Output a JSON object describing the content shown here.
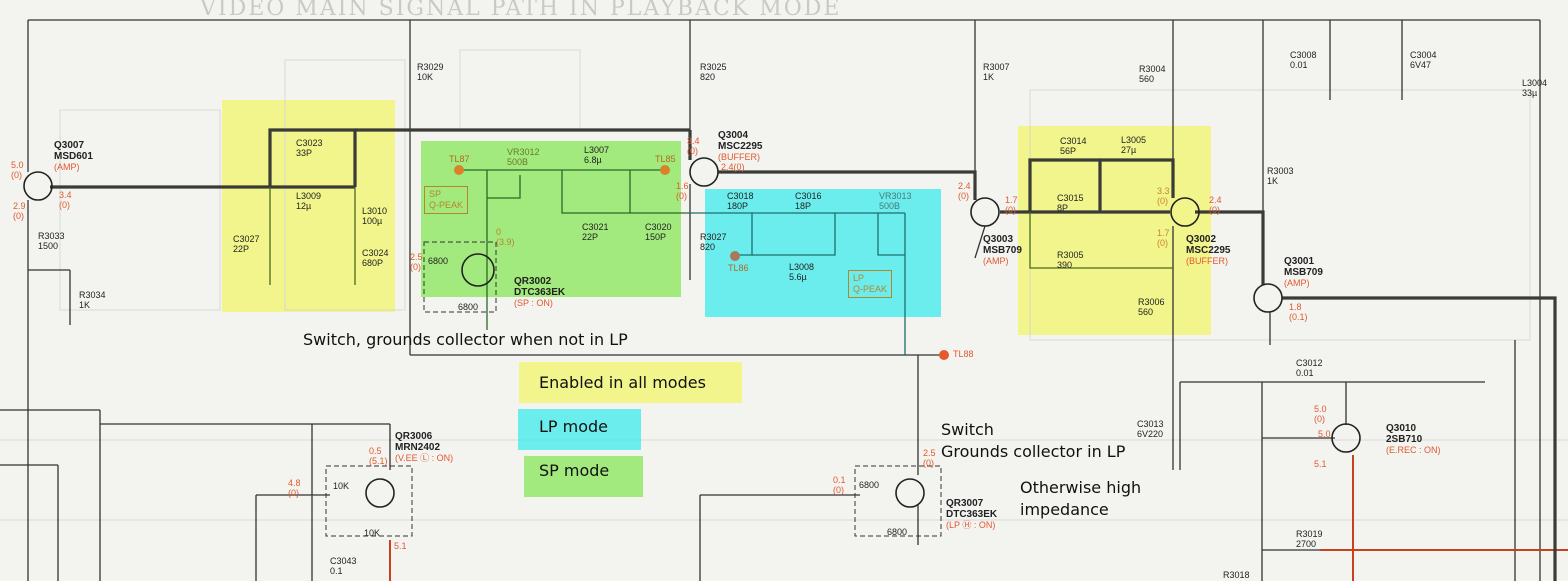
{
  "title": "VIDEO MAIN SIGNAL PATH IN PLAYBACK MODE",
  "colors": {
    "yellow": "#f0f564",
    "green": "#82e650",
    "cyan": "#3cebeb",
    "voltage": "#e05a30",
    "testpoint": "#d9822b"
  },
  "annotations": {
    "sp_switch": "Switch, grounds collector when not in LP",
    "lp_switch_1": "Switch",
    "lp_switch_2": "Grounds collector in LP",
    "lp_switch_3": "Otherwise high",
    "lp_switch_4": "impedance"
  },
  "legend": {
    "all": "Enabled in all modes",
    "lp": "LP mode",
    "sp": "SP mode"
  },
  "transistors": [
    {
      "ref": "Q3007",
      "part": "MSD601",
      "fn": "(AMP)"
    },
    {
      "ref": "Q3004",
      "part": "MSC2295",
      "fn": "(BUFFER)"
    },
    {
      "ref": "QR3002",
      "part": "DTC363EK",
      "fn": "(SP : ON)"
    },
    {
      "ref": "Q3003",
      "part": "MSB709",
      "fn": "(AMP)"
    },
    {
      "ref": "Q3002",
      "part": "MSC2295",
      "fn": "(BUFFER)"
    },
    {
      "ref": "Q3001",
      "part": "MSB709",
      "fn": "(AMP)"
    },
    {
      "ref": "QR3006",
      "part": "MRN2402",
      "fn": "(V.EE Ⓛ : ON)"
    },
    {
      "ref": "QR3007",
      "part": "DTC363EK",
      "fn": "(LP Ⓗ : ON)"
    },
    {
      "ref": "Q3010",
      "part": "2SB710",
      "fn": "(E.REC : ON)"
    }
  ],
  "components": [
    {
      "ref": "R3033",
      "value": "1500"
    },
    {
      "ref": "R3034",
      "value": "1K"
    },
    {
      "ref": "C3023",
      "value": "33P"
    },
    {
      "ref": "L3009",
      "value": "12µ"
    },
    {
      "ref": "L3010",
      "value": "100µ"
    },
    {
      "ref": "C3027",
      "value": "22P"
    },
    {
      "ref": "C3024",
      "value": "680P"
    },
    {
      "ref": "R3029",
      "value": "10K"
    },
    {
      "ref": "R3025",
      "value": "820"
    },
    {
      "ref": "VR3012",
      "value": "500B"
    },
    {
      "ref": "L3007",
      "value": "6.8µ"
    },
    {
      "ref": "C3021",
      "value": "22P"
    },
    {
      "ref": "C3020",
      "value": "150P"
    },
    {
      "ref": "R3027",
      "value": "820"
    },
    {
      "ref": "C3018",
      "value": "180P"
    },
    {
      "ref": "C3016",
      "value": "18P"
    },
    {
      "ref": "VR3013",
      "value": "500B"
    },
    {
      "ref": "L3008",
      "value": "5.6µ"
    },
    {
      "ref": "R3007",
      "value": "1K"
    },
    {
      "ref": "R3004",
      "value": "560"
    },
    {
      "ref": "C3008",
      "value": "0.01"
    },
    {
      "ref": "C3004",
      "value": "6V47"
    },
    {
      "ref": "L3004",
      "value": "33µ"
    },
    {
      "ref": "C3014",
      "value": "56P"
    },
    {
      "ref": "L3005",
      "value": "27µ"
    },
    {
      "ref": "C3015",
      "value": "8P"
    },
    {
      "ref": "R3005",
      "value": "390"
    },
    {
      "ref": "R3006",
      "value": "560"
    },
    {
      "ref": "R3003",
      "value": "1K"
    },
    {
      "ref": "C3012",
      "value": "0.01"
    },
    {
      "ref": "C3013",
      "value": "6V220"
    },
    {
      "ref": "R3019",
      "value": "2700"
    },
    {
      "ref": "R3018",
      "value": ""
    },
    {
      "ref": "C3043",
      "value": "0.1"
    }
  ],
  "resistor_values": {
    "qr3002_in": "6800",
    "qr3002_be": "6800",
    "qr3006_in": "10K",
    "qr3006_be": "10K",
    "qr3007_in": "6800",
    "qr3007_be": "6800"
  },
  "voltages": [
    {
      "a": "5.0",
      "b": "(0)"
    },
    {
      "a": "2.9",
      "b": "(0)"
    },
    {
      "a": "3.4",
      "b": "(0)"
    },
    {
      "a": "3.4",
      "b": "(0)"
    },
    {
      "a": "2.4(0)",
      "b": ""
    },
    {
      "a": "1.6",
      "b": "(0)"
    },
    {
      "a": "0",
      "b": "(3.9)"
    },
    {
      "a": "2.5",
      "b": "(0)"
    },
    {
      "a": "2.4",
      "b": "(0)"
    },
    {
      "a": "1.7",
      "b": "(0)"
    },
    {
      "a": "3.3",
      "b": "(0)"
    },
    {
      "a": "2.4",
      "b": "(0)"
    },
    {
      "a": "1.7",
      "b": "(0)"
    },
    {
      "a": "1.8",
      "b": "(0.1)"
    },
    {
      "a": "0.5",
      "b": "(5.1)"
    },
    {
      "a": "4.8",
      "b": "(0)"
    },
    {
      "a": "5.1",
      "b": ""
    },
    {
      "a": "2.5",
      "b": "(0)"
    },
    {
      "a": "0.1",
      "b": "(0)"
    },
    {
      "a": "5.0",
      "b": "(0)"
    },
    {
      "a": "5.0",
      "b": ""
    },
    {
      "a": "5.1",
      "b": ""
    }
  ],
  "test_points": [
    "TL87",
    "TL85",
    "TL86",
    "TL88"
  ],
  "adjust_boxes": {
    "sp": [
      "SP",
      "Q-PEAK"
    ],
    "lp": [
      "LP",
      "Q-PEAK"
    ]
  }
}
